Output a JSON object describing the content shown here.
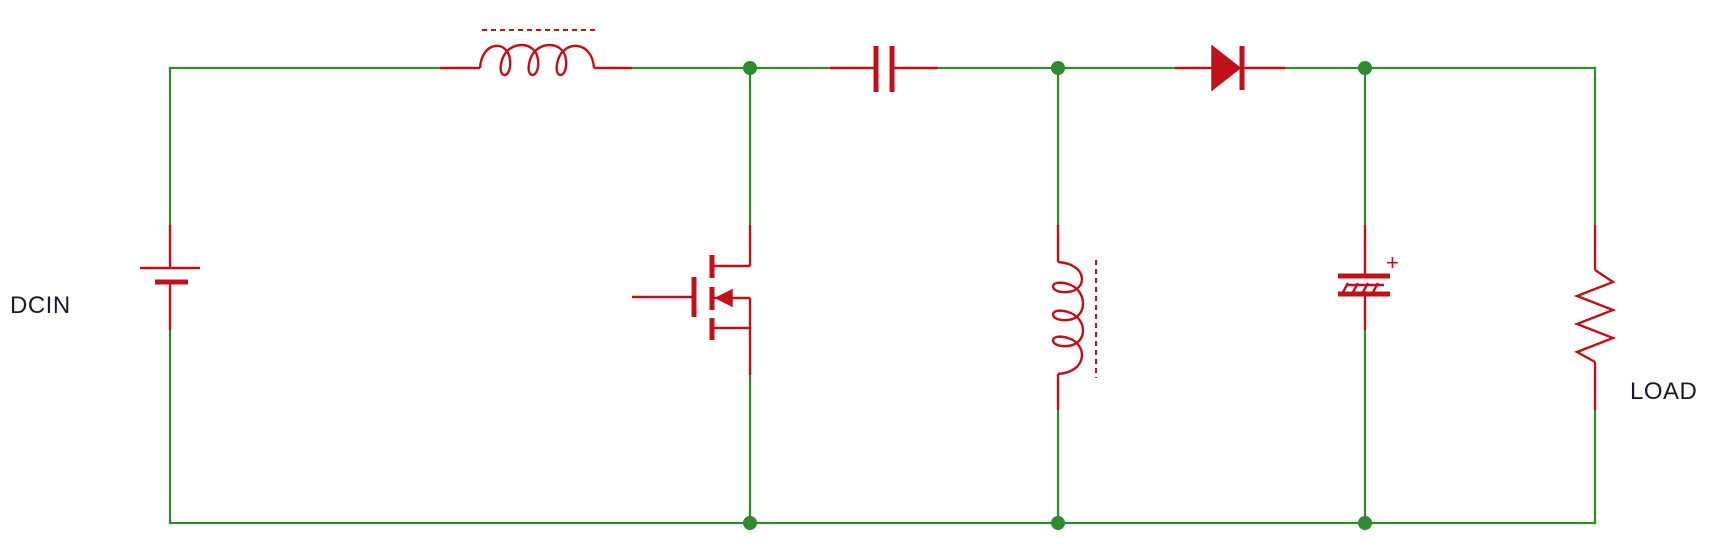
{
  "labels": {
    "source": "DCIN",
    "load": "LOAD",
    "polarity": "+"
  },
  "colors": {
    "wire": "#2e8b2e",
    "component": "#c0101a",
    "text": "#1a1a2e",
    "background": "#ffffff"
  },
  "components": [
    {
      "id": "dc-source",
      "kind": "battery"
    },
    {
      "id": "input-inductor",
      "kind": "inductor"
    },
    {
      "id": "switch",
      "kind": "n-channel-mosfet"
    },
    {
      "id": "coupling-capacitor",
      "kind": "capacitor"
    },
    {
      "id": "shunt-inductor",
      "kind": "inductor"
    },
    {
      "id": "output-diode",
      "kind": "diode"
    },
    {
      "id": "output-capacitor",
      "kind": "polarized-capacitor"
    },
    {
      "id": "load-resistor",
      "kind": "resistor"
    }
  ]
}
